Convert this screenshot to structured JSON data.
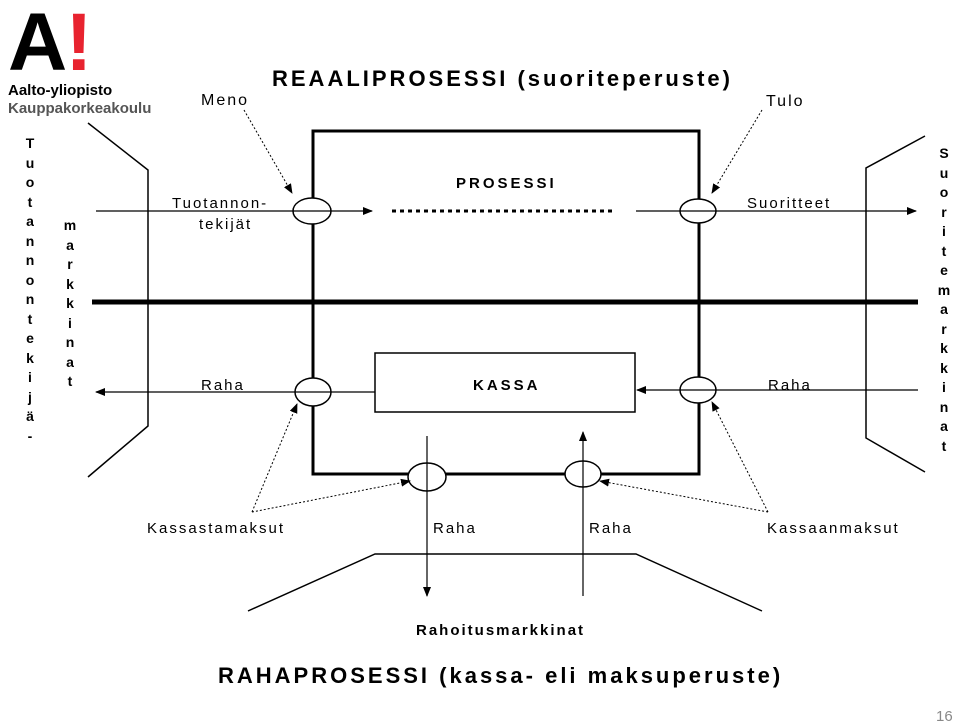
{
  "logo": {
    "mark": "A",
    "mark_bang": "!",
    "line1": "Aalto-yliopisto",
    "line2": "Kauppakorkeakoulu"
  },
  "diagram": {
    "top_title": "REAALIPROSESSI (suoriteperuste)",
    "bottom_title": "RAHAPROSESSI (kassa- eli maksuperuste)",
    "meno": "Meno",
    "tulo": "Tulo",
    "prosessi": "PROSESSI",
    "kassa": "KASSA",
    "tuotannontekijat_line1": "Tuotannon-",
    "tuotannontekijat_line2": "tekijät",
    "suoritteet": "Suoritteet",
    "raha_left": "Raha",
    "raha_right": "Raha",
    "kassastamaksut": "Kassastamaksut",
    "raha_bottom_left": "Raha",
    "raha_bottom_right": "Raha",
    "kassaanmaksut": "Kassaanmaksut",
    "rahoitusmarkkinat": "Rahoitusmarkkinat",
    "left_market_1": "Tuotannontekijä-",
    "left_market_2": "markkinat",
    "right_market": "Suoritemarkkinat"
  },
  "page_number": "16"
}
